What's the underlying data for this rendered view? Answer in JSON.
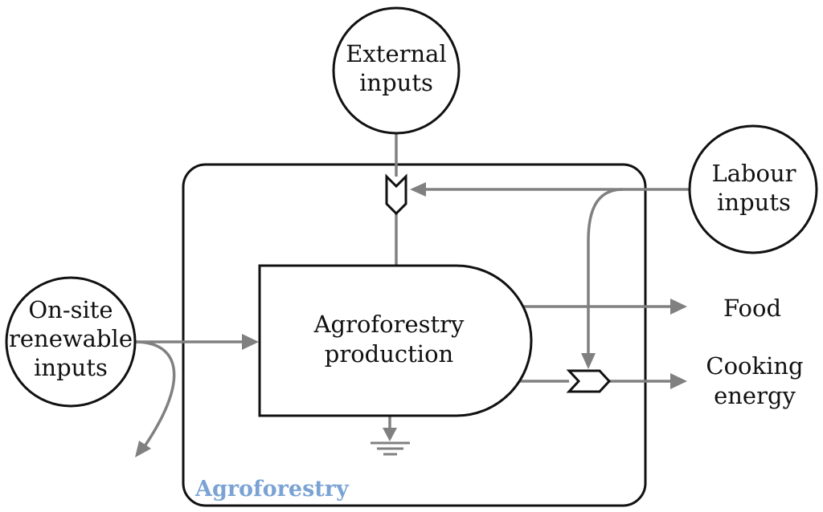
{
  "colors": {
    "outline": "#111111",
    "flow": "#808080",
    "system_label": "#7aa3d4",
    "background": "#ffffff"
  },
  "system": {
    "label": "Agroforestry"
  },
  "sources": {
    "external": {
      "line1": "External",
      "line2": "inputs"
    },
    "labour": {
      "line1": "Labour",
      "line2": "inputs"
    },
    "renewable": {
      "line1": "On-site",
      "line2": "renewable",
      "line3": "inputs"
    }
  },
  "producer": {
    "line1": "Agroforestry",
    "line2": "production"
  },
  "outputs": {
    "food": "Food",
    "cooking_energy": {
      "line1": "Cooking",
      "line2": "energy"
    }
  },
  "symbols": {
    "interaction": "interaction-icon",
    "heat_sink": "heat-sink-icon"
  }
}
